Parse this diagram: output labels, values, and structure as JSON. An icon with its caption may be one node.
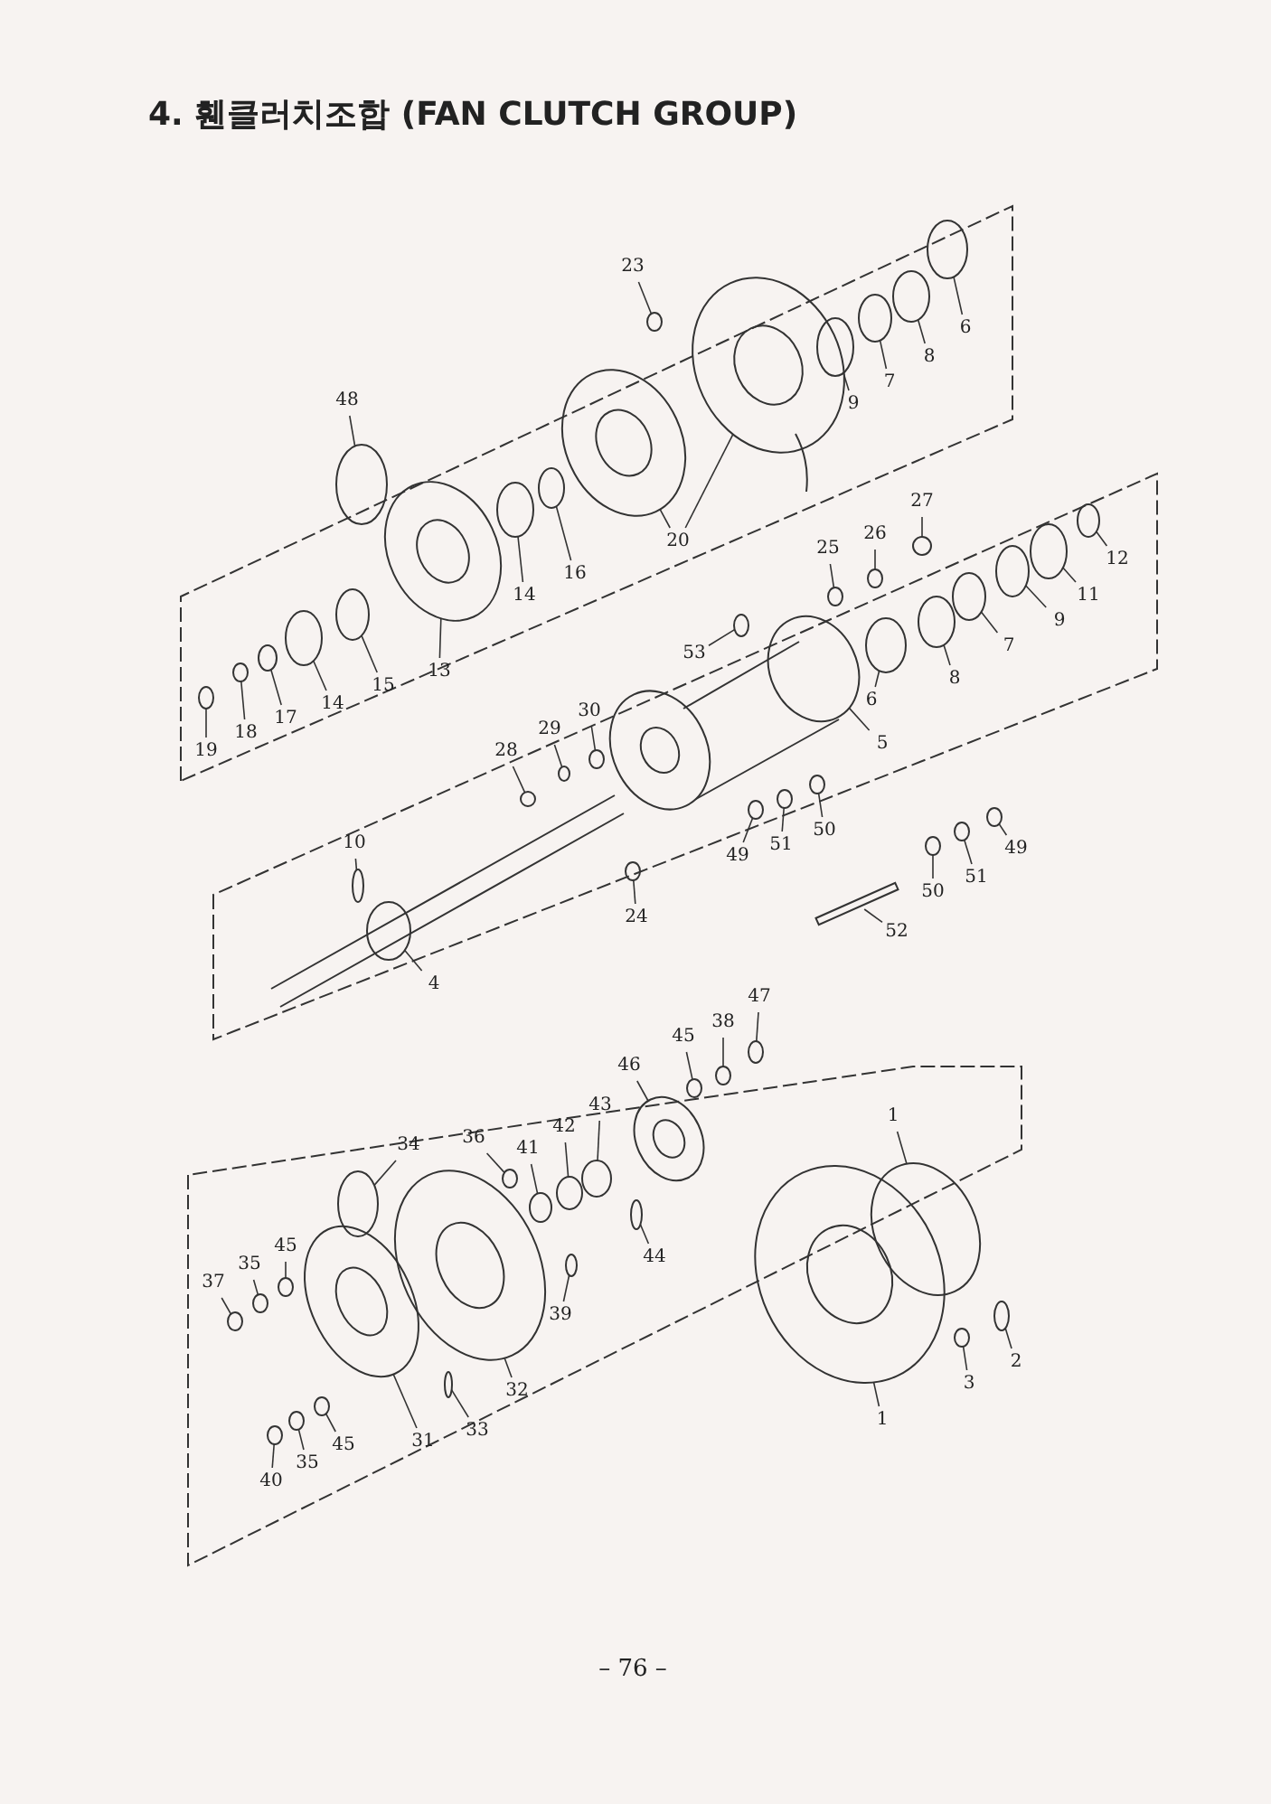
{
  "diagram": {
    "title": "4. 휀클러치조합 (FAN CLUTCH GROUP)",
    "nodes": [
      {
        "text": [
          "23"
        ]
      },
      {
        "text": [
          "48"
        ]
      },
      {
        "text": [
          "9"
        ]
      },
      {
        "text": [
          "7"
        ]
      },
      {
        "text": [
          "8"
        ]
      },
      {
        "text": [
          "6"
        ]
      },
      {
        "text": [
          "20"
        ]
      },
      {
        "text": [
          "14"
        ]
      },
      {
        "text": [
          "16"
        ]
      },
      {
        "text": [
          "13"
        ]
      },
      {
        "text": [
          "15"
        ]
      },
      {
        "text": [
          "14"
        ]
      },
      {
        "text": [
          "17"
        ]
      },
      {
        "text": [
          "18"
        ]
      },
      {
        "text": [
          "19"
        ]
      },
      {
        "text": [
          "27"
        ]
      },
      {
        "text": [
          "25"
        ]
      },
      {
        "text": [
          "26"
        ]
      },
      {
        "text": [
          "12"
        ]
      },
      {
        "text": [
          "11"
        ]
      },
      {
        "text": [
          "9"
        ]
      },
      {
        "text": [
          "7"
        ]
      },
      {
        "text": [
          "53"
        ]
      },
      {
        "text": [
          "6"
        ]
      },
      {
        "text": [
          "8"
        ]
      },
      {
        "text": [
          "5"
        ]
      },
      {
        "text": [
          "30"
        ]
      },
      {
        "text": [
          "29"
        ]
      },
      {
        "text": [
          "28"
        ]
      },
      {
        "text": [
          "49"
        ]
      },
      {
        "text": [
          "51"
        ]
      },
      {
        "text": [
          "50"
        ]
      },
      {
        "text": [
          "10"
        ]
      },
      {
        "text": [
          "24"
        ]
      },
      {
        "text": [
          "52"
        ]
      },
      {
        "text": [
          "49"
        ]
      },
      {
        "text": [
          "51"
        ]
      },
      {
        "text": [
          "50"
        ]
      },
      {
        "text": [
          "4"
        ]
      },
      {
        "text": [
          "47"
        ]
      },
      {
        "text": [
          "45"
        ]
      },
      {
        "text": [
          "38"
        ]
      },
      {
        "text": [
          "46"
        ]
      },
      {
        "text": [
          "43"
        ]
      },
      {
        "text": [
          "42"
        ]
      },
      {
        "text": [
          "41"
        ]
      },
      {
        "text": [
          "36"
        ]
      },
      {
        "text": [
          "34"
        ]
      },
      {
        "text": [
          "1"
        ]
      },
      {
        "text": [
          "45"
        ]
      },
      {
        "text": [
          "35"
        ]
      },
      {
        "text": [
          "37"
        ]
      },
      {
        "text": [
          "44"
        ]
      },
      {
        "text": [
          "39"
        ]
      },
      {
        "text": [
          "32"
        ]
      },
      {
        "text": [
          "3"
        ]
      },
      {
        "text": [
          "2"
        ]
      },
      {
        "text": [
          "1"
        ]
      },
      {
        "text": [
          "33"
        ]
      },
      {
        "text": [
          "31"
        ]
      },
      {
        "text": [
          "45"
        ]
      },
      {
        "text": [
          "35"
        ]
      },
      {
        "text": [
          "40"
        ]
      },
      {
        "text": [],
        "shape": "circle"
      },
      {
        "text": [],
        "shape": "circle"
      },
      {
        "text": [],
        "shape": "circle"
      },
      {
        "text": [],
        "shape": "circle"
      },
      {
        "text": [],
        "shape": "circle"
      },
      {
        "text": [],
        "shape": "circle"
      },
      {
        "text": [],
        "shape": "circle"
      },
      {
        "text": [],
        "shape": "circle"
      },
      {
        "text": [],
        "shape": "circle"
      },
      {
        "text": [],
        "shape": "circle"
      },
      {
        "text": [],
        "shape": "circle"
      },
      {
        "text": [],
        "shape": "circle"
      },
      {
        "text": [],
        "shape": "circle"
      },
      {
        "text": [],
        "shape": "circle"
      },
      {
        "text": [],
        "shape": "circle"
      },
      {
        "text": [],
        "shape": "circle"
      },
      {
        "text": [],
        "shape": "circle"
      },
      {
        "text": [],
        "shape": "circle"
      },
      {
        "text": [],
        "shape": "circle"
      },
      {
        "text": [],
        "shape": "circle"
      },
      {
        "text": [],
        "shape": "circle"
      },
      {
        "text": [],
        "shape": "circle"
      },
      {
        "text": [],
        "shape": "circle"
      },
      {
        "text": [],
        "shape": "circle"
      },
      {
        "text": [],
        "shape": "circle"
      },
      {
        "text": [],
        "shape": "circle"
      },
      {
        "text": [],
        "shape": "circle"
      },
      {
        "text": [],
        "shape": "circle"
      },
      {
        "text": [],
        "shape": "circle"
      },
      {
        "text": [],
        "shape": "circle"
      },
      {
        "text": [],
        "shape": "circle"
      },
      {
        "text": [],
        "shape": "circle"
      },
      {
        "text": [],
        "shape": "circle"
      },
      {
        "text": [],
        "shape": "circle"
      },
      {
        "text": [],
        "shape": "circle"
      },
      {
        "text": [],
        "shape": "bar"
      },
      {
        "text": [],
        "shape": "circle"
      },
      {
        "text": [],
        "shape": "circle"
      },
      {
        "text": [],
        "shape": "circle"
      },
      {
        "text": [],
        "shape": "circle"
      },
      {
        "text": [],
        "shape": "circle"
      },
      {
        "text": [],
        "shape": "circle"
      },
      {
        "text": [],
        "shape": "circle"
      },
      {
        "text": [],
        "shape": "circle"
      },
      {
        "text": [],
        "shape": "circle"
      },
      {
        "text": [],
        "shape": "circle"
      },
      {
        "text": [],
        "shape": "circle"
      },
      {
        "text": [],
        "shape": "circle"
      },
      {
        "text": [],
        "shape": "circle"
      },
      {
        "text": [],
        "shape": "circle"
      },
      {
        "text": [],
        "shape": "circle"
      },
      {
        "text": [],
        "shape": "circle"
      },
      {
        "text": [],
        "shape": "circle"
      },
      {
        "text": [],
        "shape": "circle"
      },
      {
        "text": [],
        "shape": "circle"
      },
      {
        "text": [],
        "shape": "circle"
      },
      {
        "text": [],
        "shape": "circle"
      },
      {
        "text": [],
        "shape": "circle"
      },
      {
        "text": [],
        "shape": "circle"
      },
      {
        "text": [],
        "shape": "circle"
      },
      {
        "text": [],
        "shape": "circle"
      },
      {
        "text": [],
        "shape": "circle"
      },
      {
        "text": [],
        "shape": "circle"
      },
      {
        "text": [],
        "shape": "circle"
      }
    ],
    "edges": [
      {
        "from": 0,
        "to": 63,
        "arrow": "none"
      },
      {
        "from": 1,
        "to": 64,
        "arrow": "none"
      },
      {
        "from": 2,
        "to": 65,
        "arrow": "none"
      },
      {
        "from": 3,
        "to": 66,
        "arrow": "none"
      },
      {
        "from": 4,
        "to": 67,
        "arrow": "none"
      },
      {
        "from": 5,
        "to": 68,
        "arrow": "none"
      },
      {
        "from": 6,
        "to": 69,
        "arrow": "none"
      },
      {
        "from": 6,
        "to": 70,
        "arrow": "none"
      },
      {
        "from": 7,
        "to": 71,
        "arrow": "none"
      },
      {
        "from": 8,
        "to": 72,
        "arrow": "none"
      },
      {
        "from": 9,
        "to": 73,
        "arrow": "none"
      },
      {
        "from": 10,
        "to": 74,
        "arrow": "none"
      },
      {
        "from": 11,
        "to": 75,
        "arrow": "none"
      },
      {
        "from": 12,
        "to": 76,
        "arrow": "none"
      },
      {
        "from": 13,
        "to": 77,
        "arrow": "none"
      },
      {
        "from": 14,
        "to": 78,
        "arrow": "none"
      },
      {
        "from": 15,
        "to": 79,
        "arrow": "none"
      },
      {
        "from": 16,
        "to": 80,
        "arrow": "none"
      },
      {
        "from": 17,
        "to": 81,
        "arrow": "none"
      },
      {
        "from": 18,
        "to": 82,
        "arrow": "none"
      },
      {
        "from": 19,
        "to": 83,
        "arrow": "none"
      },
      {
        "from": 20,
        "to": 84,
        "arrow": "none"
      },
      {
        "from": 21,
        "to": 85,
        "arrow": "none"
      },
      {
        "from": 22,
        "to": 86,
        "arrow": "none"
      },
      {
        "from": 23,
        "to": 87,
        "arrow": "none"
      },
      {
        "from": 24,
        "to": 88,
        "arrow": "none"
      },
      {
        "from": 25,
        "to": 89,
        "arrow": "none"
      },
      {
        "from": 26,
        "to": 90,
        "arrow": "none"
      },
      {
        "from": 27,
        "to": 91,
        "arrow": "none"
      },
      {
        "from": 28,
        "to": 92,
        "arrow": "none"
      },
      {
        "from": 29,
        "to": 93,
        "arrow": "none"
      },
      {
        "from": 30,
        "to": 94,
        "arrow": "none"
      },
      {
        "from": 31,
        "to": 95,
        "arrow": "none"
      },
      {
        "from": 32,
        "to": 96,
        "arrow": "none"
      },
      {
        "from": 33,
        "to": 97,
        "arrow": "none"
      },
      {
        "from": 34,
        "to": 98,
        "arrow": "none"
      },
      {
        "from": 35,
        "to": 99,
        "arrow": "none"
      },
      {
        "from": 36,
        "to": 100,
        "arrow": "none"
      },
      {
        "from": 37,
        "to": 101,
        "arrow": "none"
      },
      {
        "from": 38,
        "to": 102,
        "arrow": "none"
      },
      {
        "from": 39,
        "to": 103,
        "arrow": "none"
      },
      {
        "from": 40,
        "to": 104,
        "arrow": "none"
      },
      {
        "from": 41,
        "to": 105,
        "arrow": "none"
      },
      {
        "from": 42,
        "to": 106,
        "arrow": "none"
      },
      {
        "from": 43,
        "to": 107,
        "arrow": "none"
      },
      {
        "from": 44,
        "to": 108,
        "arrow": "none"
      },
      {
        "from": 45,
        "to": 109,
        "arrow": "none"
      },
      {
        "from": 46,
        "to": 110,
        "arrow": "none"
      },
      {
        "from": 47,
        "to": 111,
        "arrow": "none"
      },
      {
        "from": 48,
        "to": 112,
        "arrow": "none"
      },
      {
        "from": 49,
        "to": 113,
        "arrow": "none"
      },
      {
        "from": 50,
        "to": 114,
        "arrow": "none"
      },
      {
        "from": 51,
        "to": 115,
        "arrow": "none"
      },
      {
        "from": 52,
        "to": 116,
        "arrow": "none"
      },
      {
        "from": 53,
        "to": 117,
        "arrow": "none"
      },
      {
        "from": 54,
        "to": 118,
        "arrow": "none"
      },
      {
        "from": 55,
        "to": 119,
        "arrow": "none"
      },
      {
        "from": 56,
        "to": 120,
        "arrow": "none"
      },
      {
        "from": 57,
        "to": 121,
        "arrow": "none"
      },
      {
        "from": 58,
        "to": 122,
        "arrow": "none"
      },
      {
        "from": 59,
        "to": 123,
        "arrow": "none"
      },
      {
        "from": 60,
        "to": 124,
        "arrow": "none"
      },
      {
        "from": 61,
        "to": 125,
        "arrow": "none"
      },
      {
        "from": 62,
        "to": 126,
        "arrow": "none"
      }
    ],
    "labels": [
      "– 76 –"
    ]
  }
}
